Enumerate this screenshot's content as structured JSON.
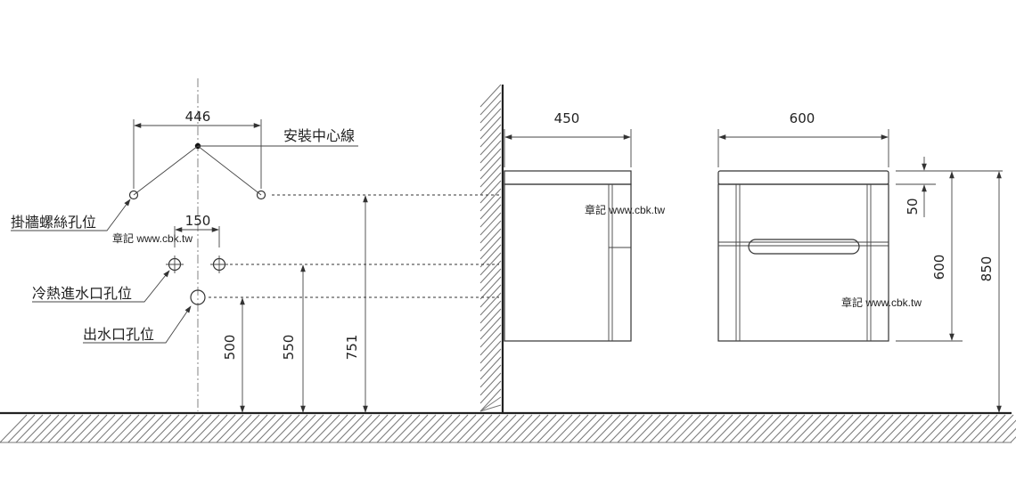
{
  "dimensions": {
    "screw_spacing": "446",
    "inlet_spacing": "150",
    "outlet_height": "500",
    "inlet_height": "550",
    "screw_height": "751",
    "cabinet_depth": "450",
    "cabinet_width": "600",
    "top_thickness": "50",
    "cabinet_body_height": "600",
    "total_height": "850"
  },
  "labels": {
    "center_line": "安裝中心線",
    "wall_screw_holes": "掛牆螺絲孔位",
    "water_inlet_holes": "冷熱進水口孔位",
    "water_outlet_hole": "出水口孔位"
  },
  "watermarks": {
    "left": "章記 www.cbk.tw",
    "middle": "章記 www.cbk.tw",
    "right": "章記 www.cbk.tw"
  },
  "colors": {
    "line": "#333333",
    "background": "#ffffff"
  }
}
